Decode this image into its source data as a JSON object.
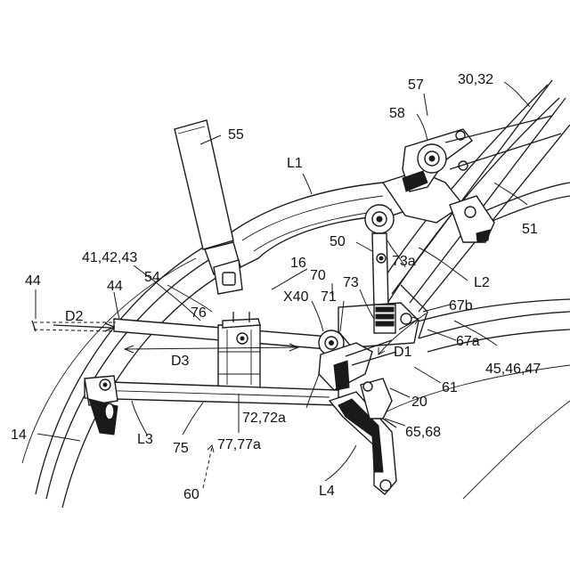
{
  "labels": {
    "l_55": "55",
    "l_57": "57",
    "l_3032": "30,32",
    "l_58": "58",
    "l_L1": "L1",
    "l_51": "51",
    "l_50": "50",
    "l_73a": "73a",
    "l_L2": "L2",
    "l_41": "41,42,43",
    "l_16": "16",
    "l_54": "54",
    "l_70": "70",
    "l_X40": "X40",
    "l_71": "71",
    "l_73": "73",
    "l_67b": "67b",
    "l_44a": "44",
    "l_44b": "44",
    "l_D2": "D2",
    "l_76": "76",
    "l_67a": "67a",
    "l_D1": "D1",
    "l_4547": "45,46,47",
    "l_D3": "D3",
    "l_61": "61",
    "l_20": "20",
    "l_7272a": "72,72a",
    "l_6568": "65,68",
    "l_14": "14",
    "l_L3": "L3",
    "l_75": "75",
    "l_7777a": "77,77a",
    "l_60": "60",
    "l_L4": "L4"
  },
  "colors": {
    "ink": "#1a1a1a",
    "paper": "#ffffff"
  }
}
